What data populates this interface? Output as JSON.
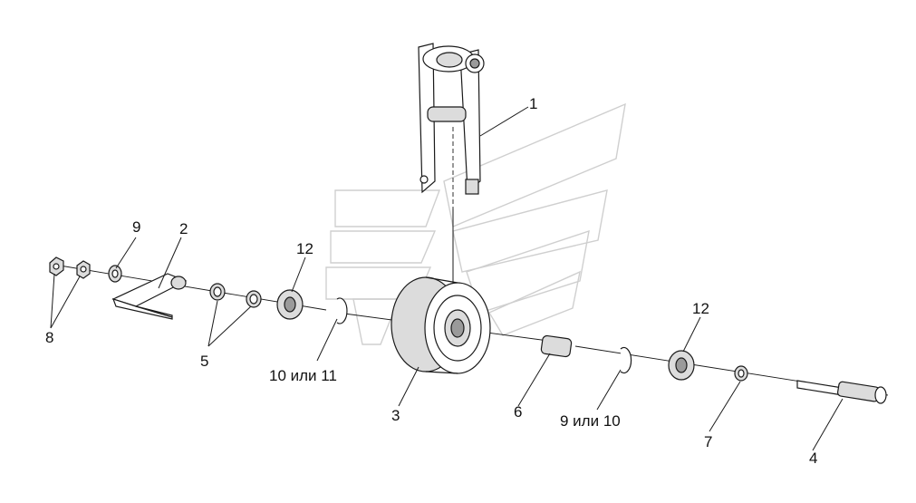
{
  "callouts": {
    "c1": "1",
    "c2": "2",
    "c3": "3",
    "c4": "4",
    "c5": "5",
    "c6": "6",
    "c7": "7",
    "c8": "8",
    "c9": "9",
    "c12a": "12",
    "c12b": "12",
    "c10or11": "10 или 11",
    "c9or10": "9 или 10"
  },
  "colors": {
    "line": "#1a1a1a",
    "watermark": "#cfcfcf",
    "shade": "#dcdcdc"
  }
}
